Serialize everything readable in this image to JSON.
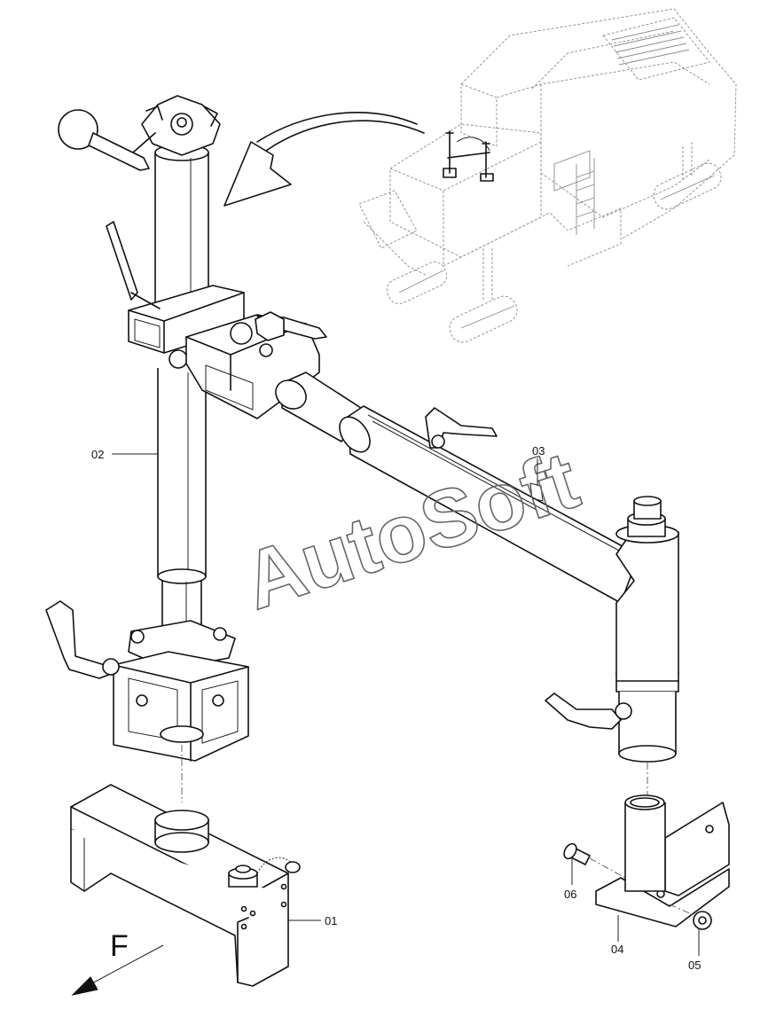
{
  "callouts": {
    "c01": "01",
    "c02": "02",
    "c03": "03",
    "c04": "04",
    "c05": "05",
    "c06": "06"
  },
  "direction_marker": "F",
  "watermark": "AutoSoft"
}
